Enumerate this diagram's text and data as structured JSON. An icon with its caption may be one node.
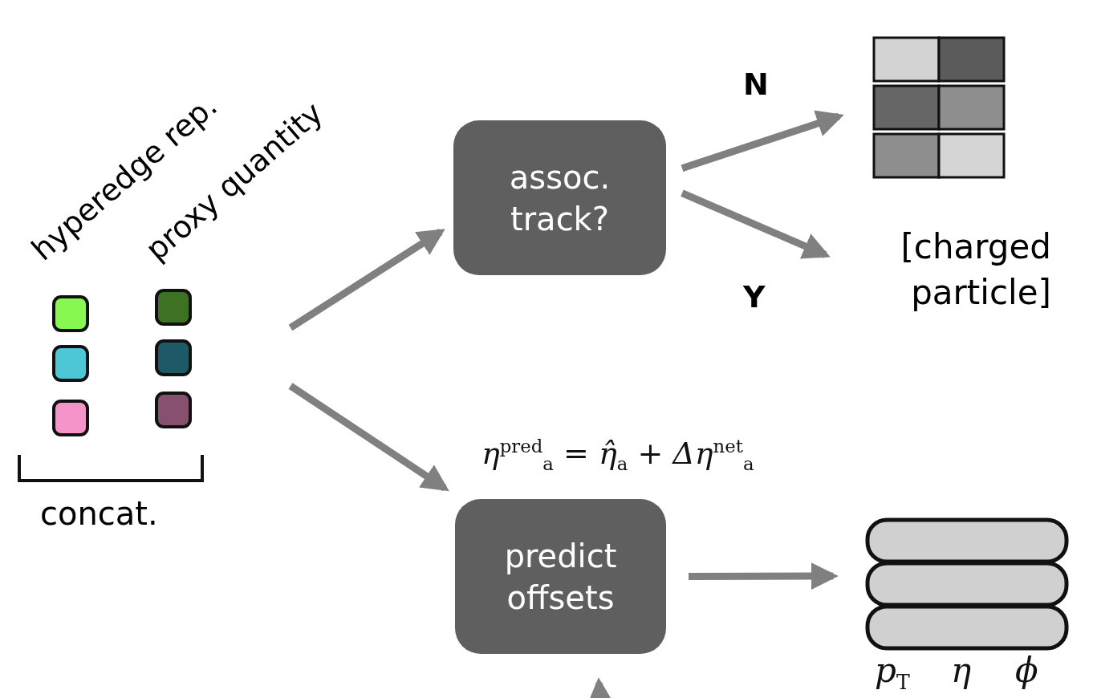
{
  "diagram": {
    "nodes": [
      {
        "text": [
          "hyperedge rep.",
          "proxy quantity",
          "concat."
        ]
      },
      {
        "text": [
          "assoc. track?"
        ]
      },
      {
        "text": [],
        "shape": "picture"
      },
      {
        "text": [
          "[charged particle]"
        ]
      },
      {
        "text": [
          "predict offsets"
        ],
        "beside": [
          "η$^{pred}$$_{a}$ = η̂$_{a}$ + Δη$^{net}$$_{a}$"
        ]
      },
      {
        "text": [],
        "shape": "picture",
        "beside": [
          "*p*$_{T}$",
          "*η*",
          "*ϕ*"
        ]
      }
    ],
    "edges": [
      {
        "from": 0,
        "to": 1,
        "arrow": "to"
      },
      {
        "from": 0,
        "to": 4,
        "arrow": "to"
      },
      {
        "from": 1,
        "to": 2,
        "arrow": "to",
        "label": "N"
      },
      {
        "from": 1,
        "to": 3,
        "arrow": "to",
        "label": "Y"
      },
      {
        "from": 4,
        "to": 5,
        "arrow": "to"
      },
      {
        "from": null,
        "to": 4,
        "arrow": "to"
      }
    ]
  }
}
